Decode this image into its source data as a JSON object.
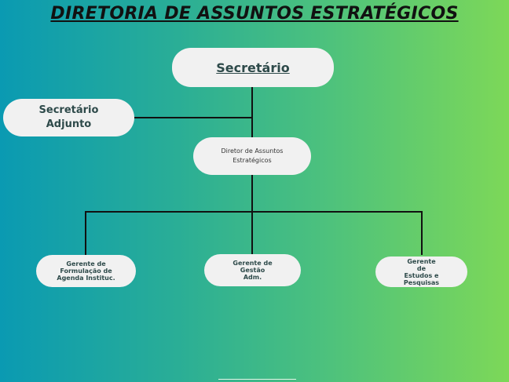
{
  "title": "DIRETORIA DE ASSUNTOS ESTRATÉGICOS",
  "nodes": {
    "secretario": "Secretário",
    "adjunto": "Secretário Adjunto",
    "diretor": "Diretor de Assuntos Estratégicos",
    "gerente_formulacao": "Gerente de Formulação de Agenda Instituc.",
    "gerente_gestao": "Gerente de Gestão Adm.",
    "gerente_estudos": "Gerente de Estudos e Pesquisas"
  },
  "colors": {
    "gradient_start": "#0a9ab2",
    "gradient_end": "#7dd858",
    "node": "#f1f1f1",
    "text": "#2e4a4a"
  }
}
